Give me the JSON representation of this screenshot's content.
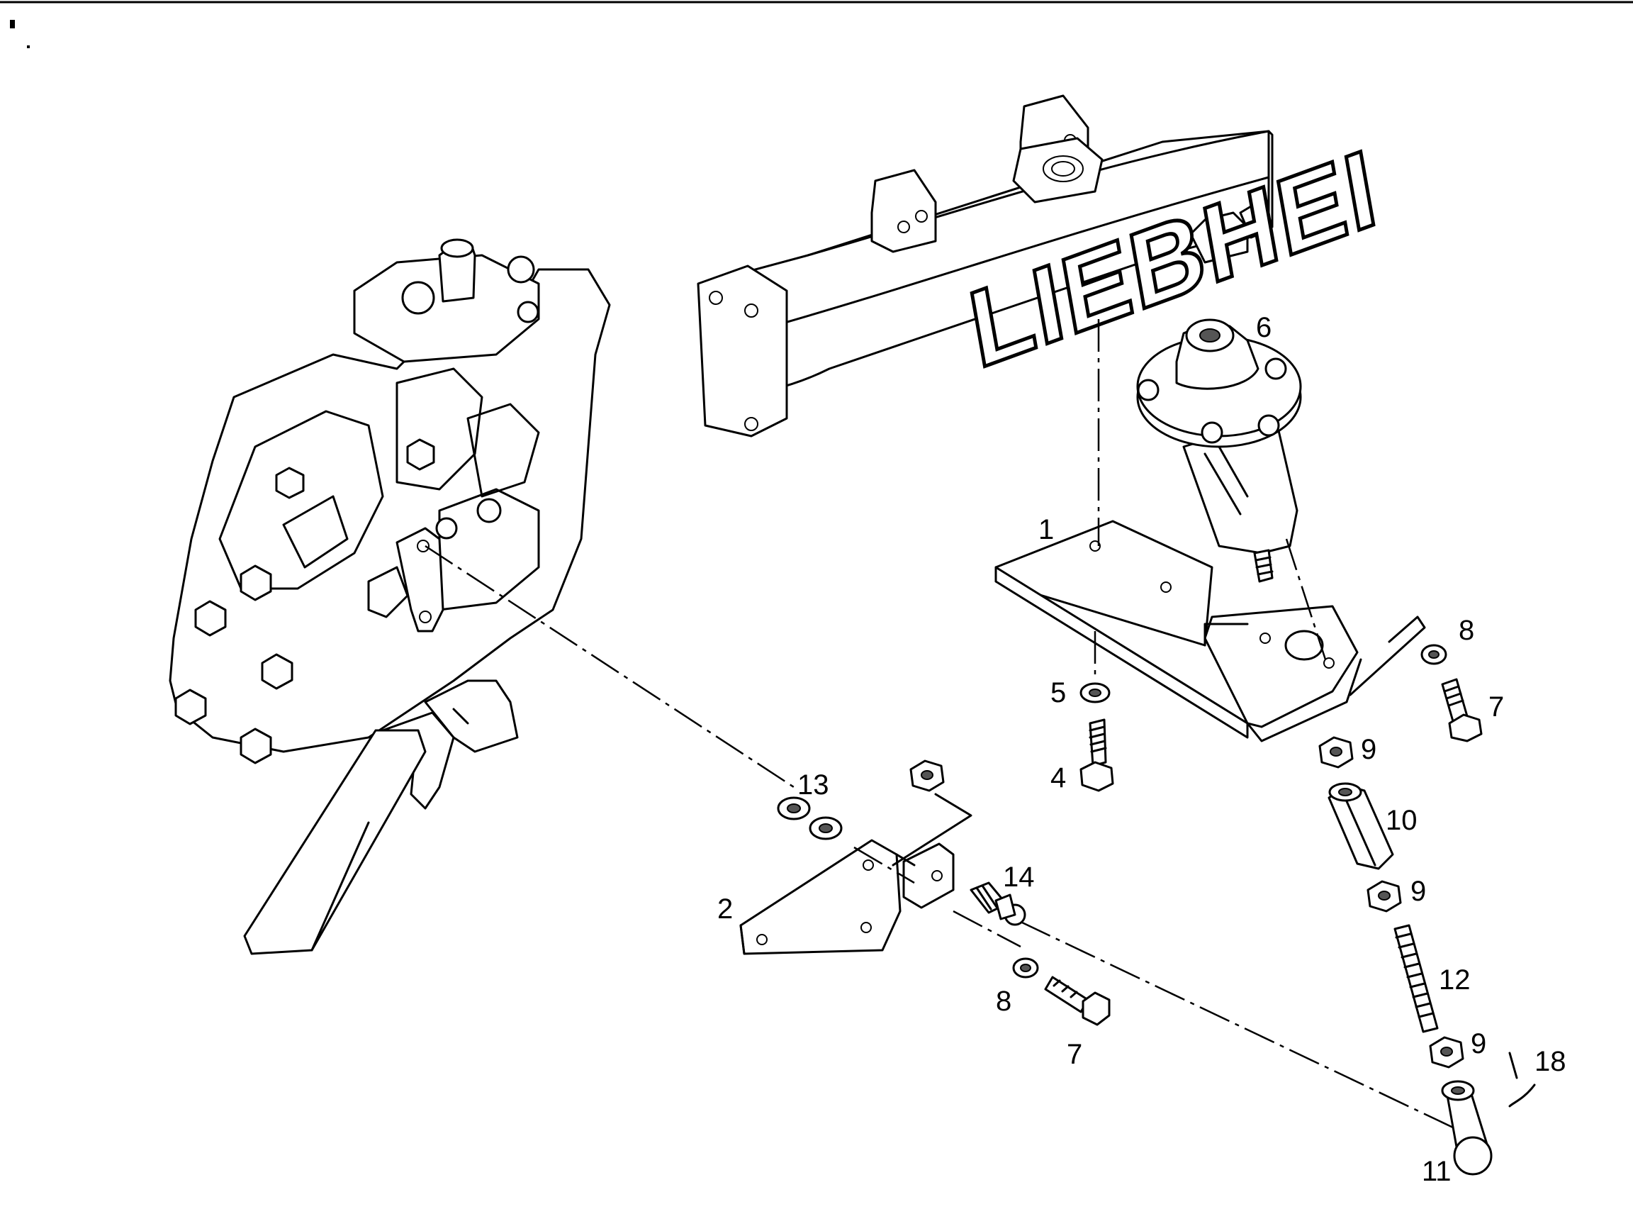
{
  "logo_text": "LIEBHEI",
  "callouts": [
    {
      "id": "1",
      "label": "1"
    },
    {
      "id": "2",
      "label": "2"
    },
    {
      "id": "4",
      "label": "4"
    },
    {
      "id": "5",
      "label": "5"
    },
    {
      "id": "6",
      "label": "6"
    },
    {
      "id": "7a",
      "label": "7"
    },
    {
      "id": "7b",
      "label": "7"
    },
    {
      "id": "8a",
      "label": "8"
    },
    {
      "id": "8b",
      "label": "8"
    },
    {
      "id": "9a",
      "label": "9"
    },
    {
      "id": "9b",
      "label": "9"
    },
    {
      "id": "9c",
      "label": "9"
    },
    {
      "id": "10",
      "label": "10"
    },
    {
      "id": "11",
      "label": "11"
    },
    {
      "id": "12",
      "label": "12"
    },
    {
      "id": "13",
      "label": "13"
    },
    {
      "id": "14",
      "label": "14"
    },
    {
      "id": "18",
      "label": "18"
    }
  ]
}
